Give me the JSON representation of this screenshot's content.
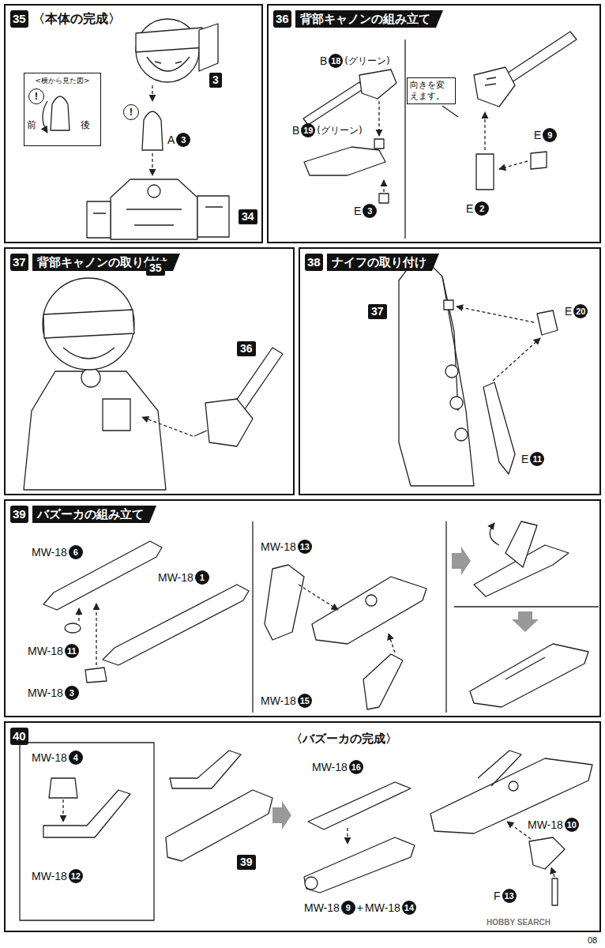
{
  "diagram": {
    "nodes": [
      {
        "text": [
          "35",
          "〈本体の完成〉"
        ]
      },
      {
        "text": [
          "3"
        ],
        "in": 0
      },
      {
        "text": [
          "<横から見た図>"
        ],
        "in": 0
      },
      {
        "text": [
          "34"
        ],
        "in": 0
      },
      {
        "text": [
          "36",
          "背部キャノンの組み立て"
        ]
      },
      {
        "text": [
          "向きを変えます。"
        ],
        "in": 4
      },
      {
        "text": [
          "37",
          "背部キャノンの取り付け"
        ]
      },
      {
        "text": [
          "35"
        ],
        "in": 6
      },
      {
        "text": [
          "36"
        ],
        "in": 6
      },
      {
        "text": [
          "38",
          "ナイフの取り付け"
        ]
      },
      {
        "text": [
          "37"
        ],
        "in": 9
      },
      {
        "text": [
          "39",
          "バズーカの組み立て"
        ]
      },
      {
        "text": [
          "40"
        ]
      },
      {
        "text": [
          "39"
        ],
        "in": 12
      }
    ],
    "labels": [
      "!",
      "前",
      "後",
      "!",
      "A",
      "3",
      "B",
      "18",
      "(グリーン)",
      "B",
      "19",
      "(グリーン)",
      "E",
      "3",
      "E",
      "9",
      "E",
      "2",
      "E",
      "20",
      "E",
      "11",
      "MW-18",
      "6",
      "MW-18",
      "1",
      "MW-18",
      "11",
      "MW-18",
      "3",
      "MW-18",
      "13",
      "MW-18",
      "15",
      "MW-18",
      "4",
      "MW-18",
      "12",
      "〈バズーカの完成〉",
      "MW-18",
      "16",
      "MW-18",
      "9",
      "+",
      "MW-18",
      "14",
      "MW-18",
      "10",
      "F",
      "13",
      "HOBBY SEARCH",
      "08"
    ]
  }
}
